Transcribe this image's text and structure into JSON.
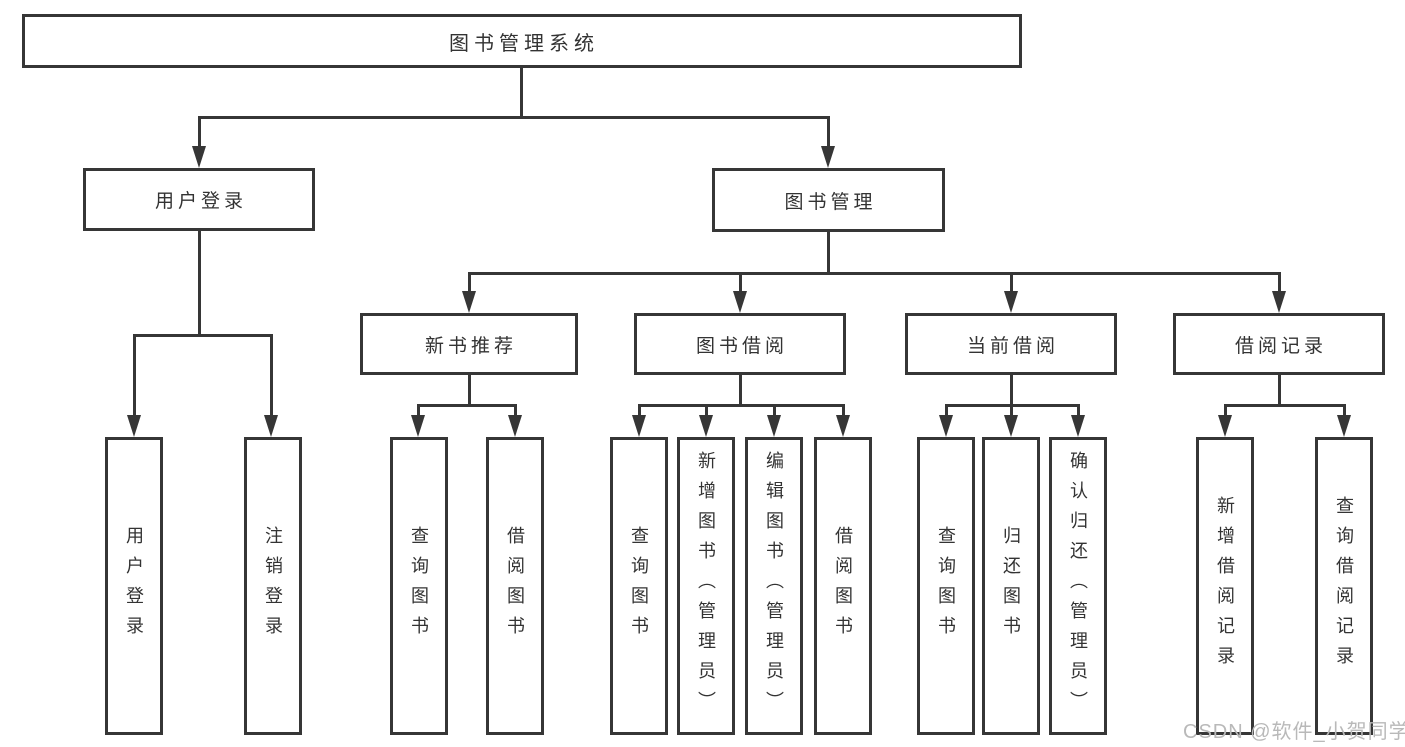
{
  "diagram": {
    "root": {
      "label": "图书管理系统"
    },
    "level2": [
      {
        "label": "用户登录",
        "parent": "图书管理系统"
      },
      {
        "label": "图书管理",
        "parent": "图书管理系统"
      }
    ],
    "level3": [
      {
        "label": "新书推荐",
        "parent": "图书管理"
      },
      {
        "label": "图书借阅",
        "parent": "图书管理"
      },
      {
        "label": "当前借阅",
        "parent": "图书管理"
      },
      {
        "label": "借阅记录",
        "parent": "图书管理"
      }
    ],
    "leaves": [
      {
        "label": "用户登录",
        "parent": "用户登录"
      },
      {
        "label": "注销登录",
        "parent": "用户登录"
      },
      {
        "label": "查询图书",
        "parent": "新书推荐"
      },
      {
        "label": "借阅图书",
        "parent": "新书推荐"
      },
      {
        "label": "查询图书",
        "parent": "图书借阅"
      },
      {
        "label": "新增图书（管理员）",
        "parent": "图书借阅"
      },
      {
        "label": "编辑图书（管理员）",
        "parent": "图书借阅"
      },
      {
        "label": "借阅图书",
        "parent": "图书借阅"
      },
      {
        "label": "查询图书",
        "parent": "当前借阅"
      },
      {
        "label": "归还图书",
        "parent": "当前借阅"
      },
      {
        "label": "确认归还（管理员）",
        "parent": "当前借阅"
      },
      {
        "label": "新增借阅记录",
        "parent": "借阅记录"
      },
      {
        "label": "查询借阅记录",
        "parent": "借阅记录"
      }
    ],
    "colors": {
      "line": "#363636",
      "text": "#333333",
      "box_background": "#ffffff",
      "watermark": "#b9b9b9"
    }
  },
  "watermark": {
    "text": "CSDN @软件_小贺同学"
  }
}
